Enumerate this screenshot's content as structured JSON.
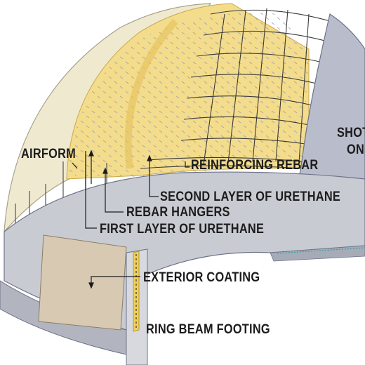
{
  "diagram": {
    "labels": {
      "airform": "AIRFORM",
      "reinforcing_rebar": "REINFORCING REBAR",
      "second_urethane": "SECOND LAYER OF URETHANE",
      "rebar_hangers": "REBAR HANGERS",
      "first_urethane": "FIRST LAYER OF URETHANE",
      "exterior_coating": "EXTERIOR COATING",
      "ring_beam": "RING BEAM FOOTING",
      "shotcrete_line1": "SHOT",
      "shotcrete_line2": "ON"
    },
    "colors": {
      "airform": "#efe9d0",
      "urethane": "#f3dc8c",
      "shotcrete": "#b8bccb",
      "concrete": "#c9cbd3",
      "coating_panel": "#d8c9b3",
      "rebar": "#3a3a3a",
      "background": "#ffffff"
    }
  }
}
